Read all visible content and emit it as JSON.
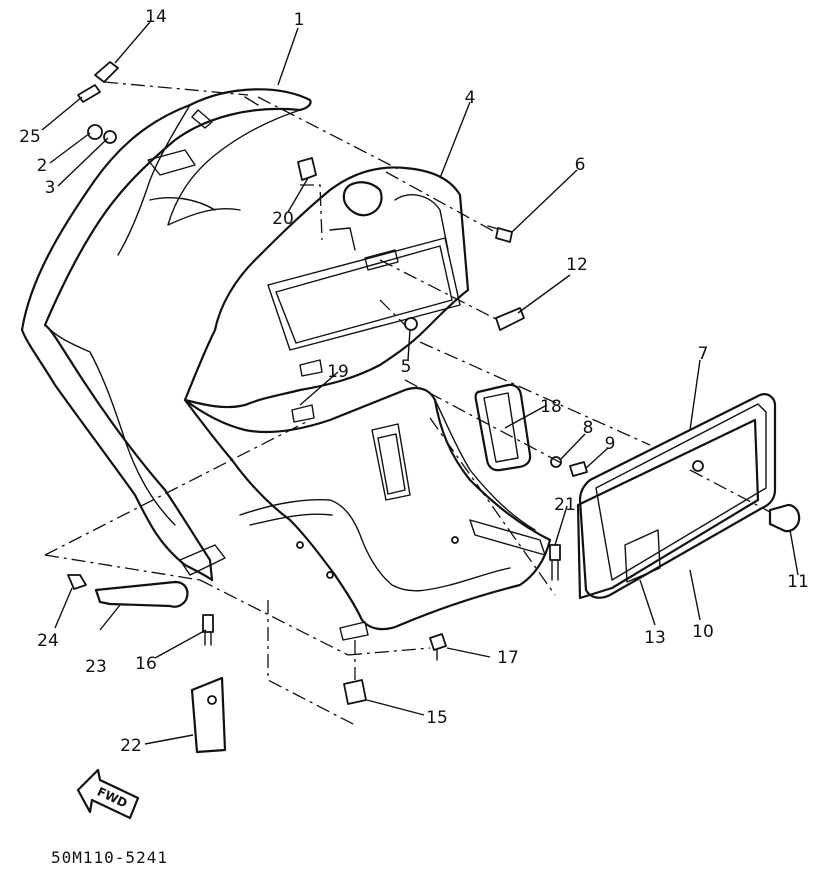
{
  "diagram": {
    "part_code": "50M110-5241",
    "fwd_label": "FWD",
    "callouts": [
      {
        "id": "1",
        "label": "1"
      },
      {
        "id": "2",
        "label": "2"
      },
      {
        "id": "3",
        "label": "3"
      },
      {
        "id": "4",
        "label": "4"
      },
      {
        "id": "5",
        "label": "5"
      },
      {
        "id": "6",
        "label": "6"
      },
      {
        "id": "7",
        "label": "7"
      },
      {
        "id": "8",
        "label": "8"
      },
      {
        "id": "9",
        "label": "9"
      },
      {
        "id": "10",
        "label": "10"
      },
      {
        "id": "11",
        "label": "11"
      },
      {
        "id": "12",
        "label": "12"
      },
      {
        "id": "13",
        "label": "13"
      },
      {
        "id": "14",
        "label": "14"
      },
      {
        "id": "15",
        "label": "15"
      },
      {
        "id": "16",
        "label": "16"
      },
      {
        "id": "17",
        "label": "17"
      },
      {
        "id": "18",
        "label": "18"
      },
      {
        "id": "19",
        "label": "19"
      },
      {
        "id": "20",
        "label": "20"
      },
      {
        "id": "21",
        "label": "21"
      },
      {
        "id": "22",
        "label": "22"
      },
      {
        "id": "23",
        "label": "23"
      },
      {
        "id": "24",
        "label": "24"
      },
      {
        "id": "25",
        "label": "25"
      }
    ]
  }
}
